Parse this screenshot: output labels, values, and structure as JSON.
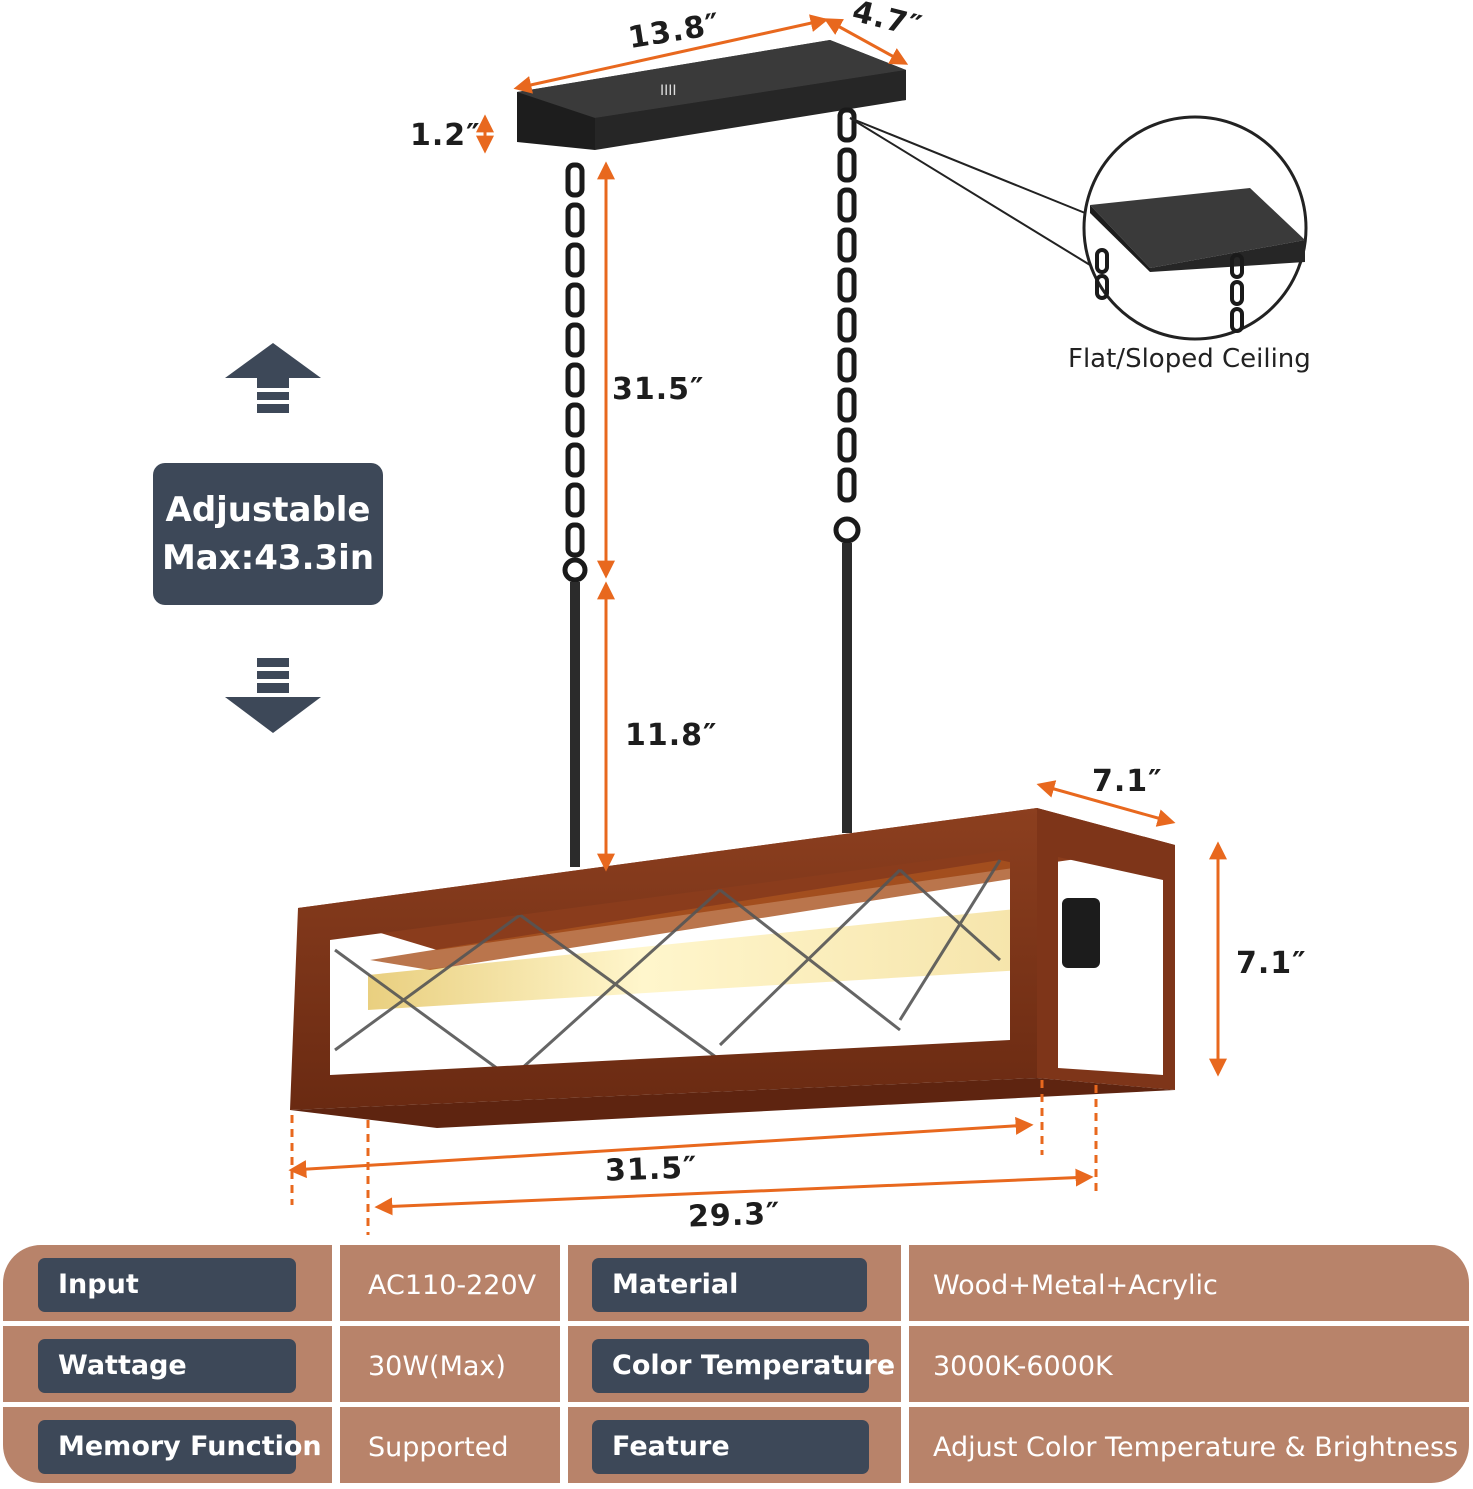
{
  "dimensions": {
    "plate_length": "13.8″",
    "plate_width": "4.7″",
    "plate_height": "1.2″",
    "chain_length": "31.5″",
    "rod_length": "11.8″",
    "body_depth": "7.1″",
    "body_height": "7.1″",
    "outer_length": "31.5″",
    "inner_length": "29.3″"
  },
  "adjustable": {
    "line1": "Adjustable",
    "line2": "Max:43.3in"
  },
  "ceiling_label": "Flat/Sloped Ceiling",
  "specs": [
    {
      "key1": "Input",
      "val1": "AC110-220V",
      "key2": "Material",
      "val2": "Wood+Metal+Acrylic"
    },
    {
      "key1": "Wattage",
      "val1": "30W(Max)",
      "key2": "Color Temperature",
      "val2": "3000K-6000K"
    },
    {
      "key1": "Memory Function",
      "val1": "Supported",
      "key2": "Feature",
      "val2": "Adjust Color Temperature & Brightness"
    }
  ],
  "colors": {
    "arrow": "#e8681e",
    "badge": "#3d4858",
    "table_cell": "#b8836a",
    "wood": "#7a3418"
  },
  "icons": [
    "up-arrow-icon",
    "down-arrow-icon"
  ]
}
